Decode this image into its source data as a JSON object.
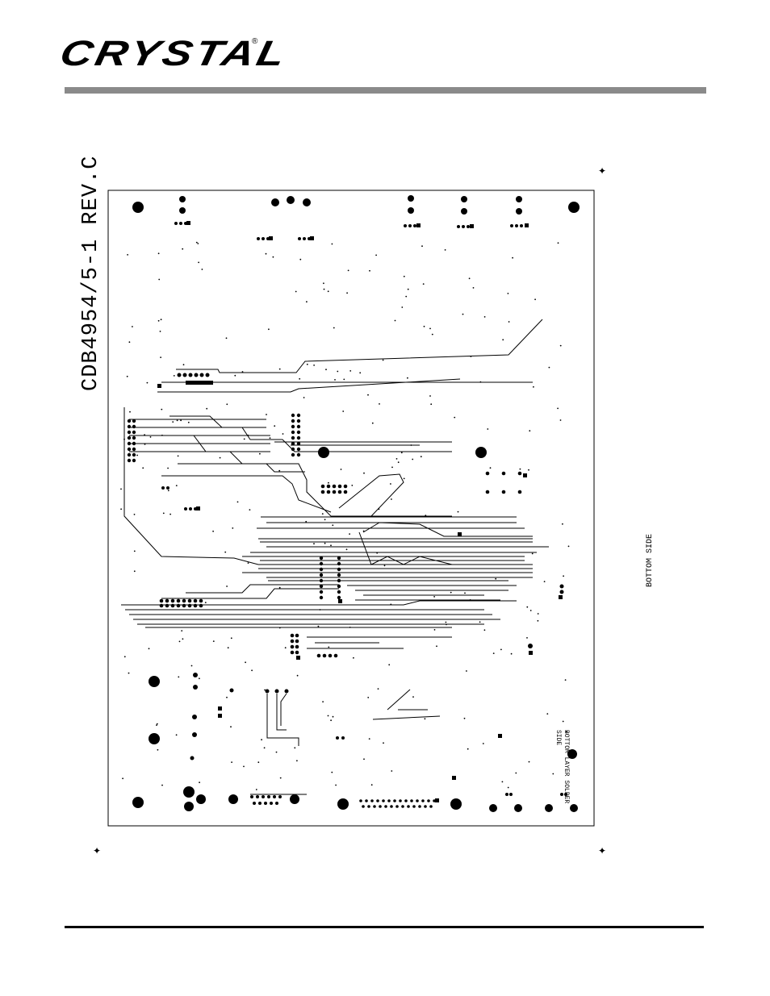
{
  "header": {
    "logo_text": "CRYSTAL",
    "logo_reg": "®"
  },
  "board": {
    "title": "CDB4954/5-1 REV.C",
    "side_label": "BOTTOM SIDE",
    "inner_label_line1": "BOTTOM LAYER SOLDER",
    "inner_label_line2": "SIDE"
  },
  "registration_mark": "✦"
}
